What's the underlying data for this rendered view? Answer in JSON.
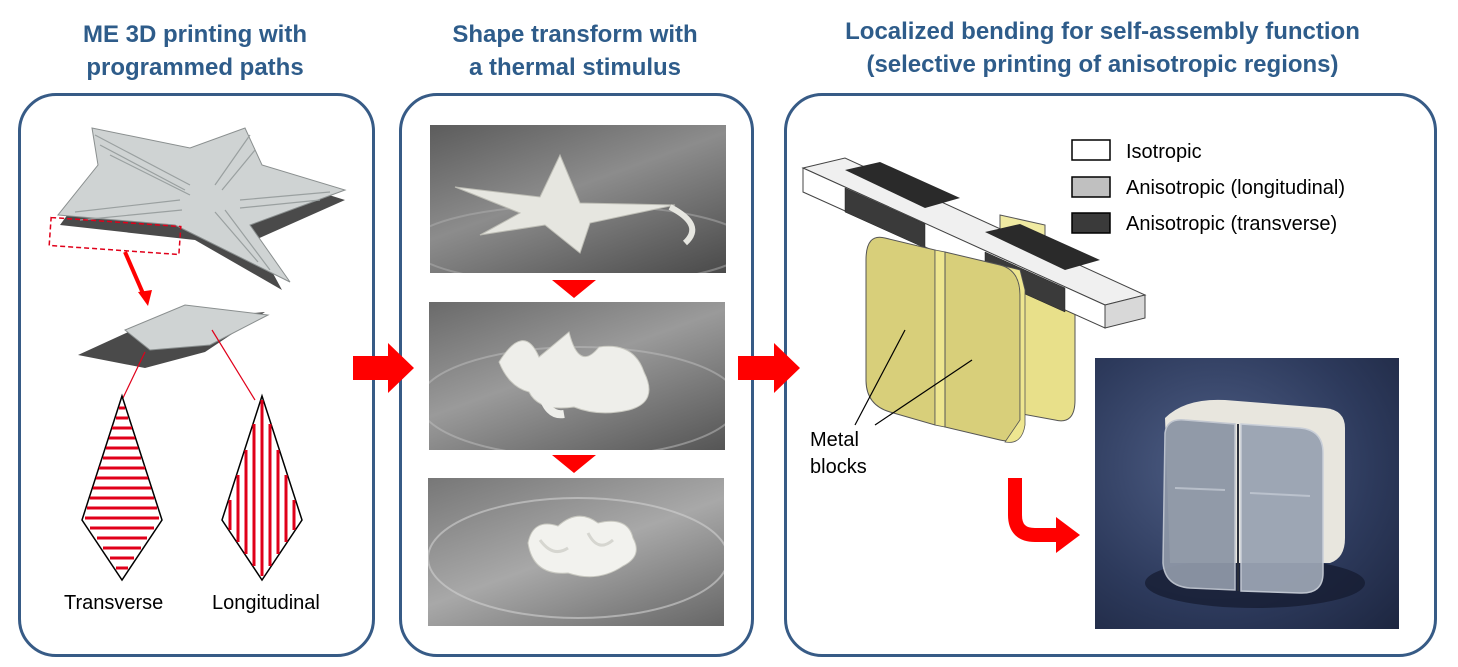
{
  "panel1": {
    "title_line1": "ME 3D printing with",
    "title_line2": "programmed paths",
    "label_transverse": "Transverse",
    "label_longitudinal": "Longitudinal"
  },
  "panel2": {
    "title_line1": "Shape transform with",
    "title_line2": "a thermal stimulus"
  },
  "panel3": {
    "title_line1": "Localized bending for self-assembly function",
    "title_line2": "(selective printing of anisotropic regions)",
    "legend": [
      {
        "label": "Isotropic",
        "color": "#ffffff"
      },
      {
        "label": "Anisotropic (longitudinal)",
        "color": "#c0c0c0"
      },
      {
        "label": "Anisotropic (transverse)",
        "color": "#3a3a3a"
      }
    ],
    "metal_label_line1": "Metal",
    "metal_label_line2": "blocks"
  },
  "colors": {
    "title_blue": "#2e5c8a",
    "panel_border": "#375b86",
    "arrow_red": "#ff0000",
    "path_red": "#e0001a",
    "metal_yellow": "#d8cf7a"
  }
}
